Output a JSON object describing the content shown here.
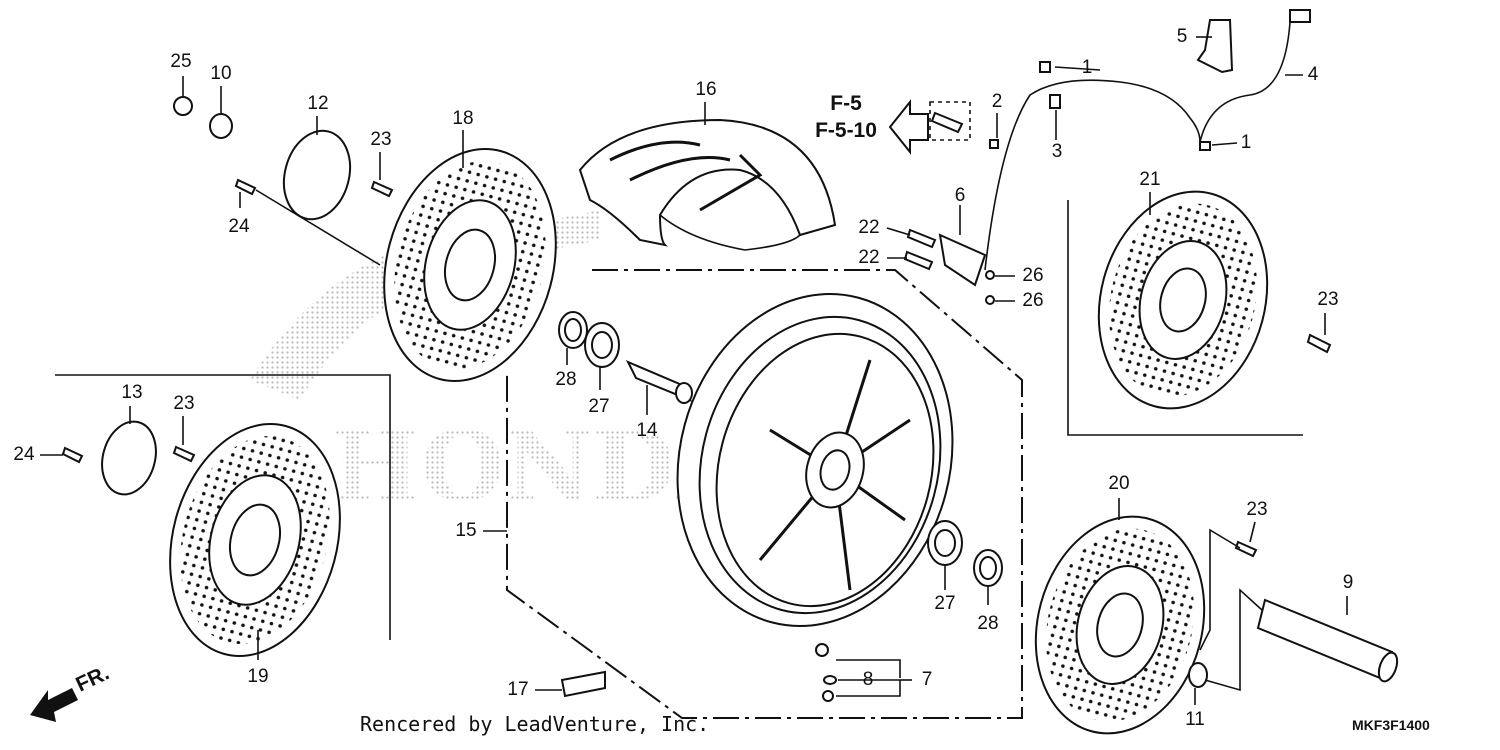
{
  "callouts": {
    "c1a": "1",
    "c1b": "1",
    "c2": "2",
    "c3": "3",
    "c4": "4",
    "c5": "5",
    "c6": "6",
    "c7": "7",
    "c8": "8",
    "c9": "9",
    "c10": "10",
    "c11": "11",
    "c12": "12",
    "c13": "13",
    "c14": "14",
    "c15": "15",
    "c16": "16",
    "c17": "17",
    "c18": "18",
    "c19": "19",
    "c20": "20",
    "c21": "21",
    "c22a": "22",
    "c22b": "22",
    "c23a": "23",
    "c23b": "23",
    "c23c": "23",
    "c23d": "23",
    "c24a": "24",
    "c24b": "24",
    "c25": "25",
    "c26a": "26",
    "c26b": "26",
    "c27a": "27",
    "c27b": "27",
    "c28a": "28",
    "c28b": "28"
  },
  "reference": {
    "line1": "F-5",
    "line2": "F-5-10"
  },
  "direction_label": "FR.",
  "credit": "Rencered by LeadVenture, Inc.",
  "diagram_code": "MKF3F1400",
  "watermark_text": "HONDA"
}
